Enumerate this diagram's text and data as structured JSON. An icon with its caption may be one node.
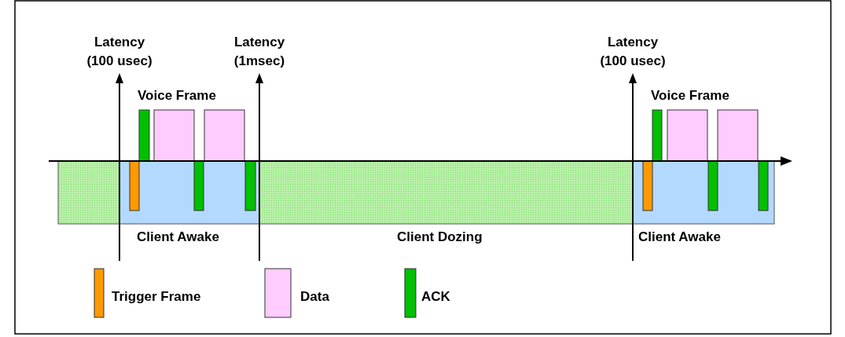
{
  "diagram": {
    "labels": [
      "Latency (100 usec)",
      "Latency (1msec)",
      "Latency (100 usec)",
      "Voice Frame",
      "Voice Frame",
      "Client Awake",
      "Client Dozing",
      "Client Awake"
    ],
    "legend": [
      {
        "text": "Trigger Frame",
        "color": "#ff9900"
      },
      {
        "text": "Data",
        "color": "#ffccff"
      },
      {
        "text": "ACK",
        "color": "#00c000"
      }
    ]
  }
}
